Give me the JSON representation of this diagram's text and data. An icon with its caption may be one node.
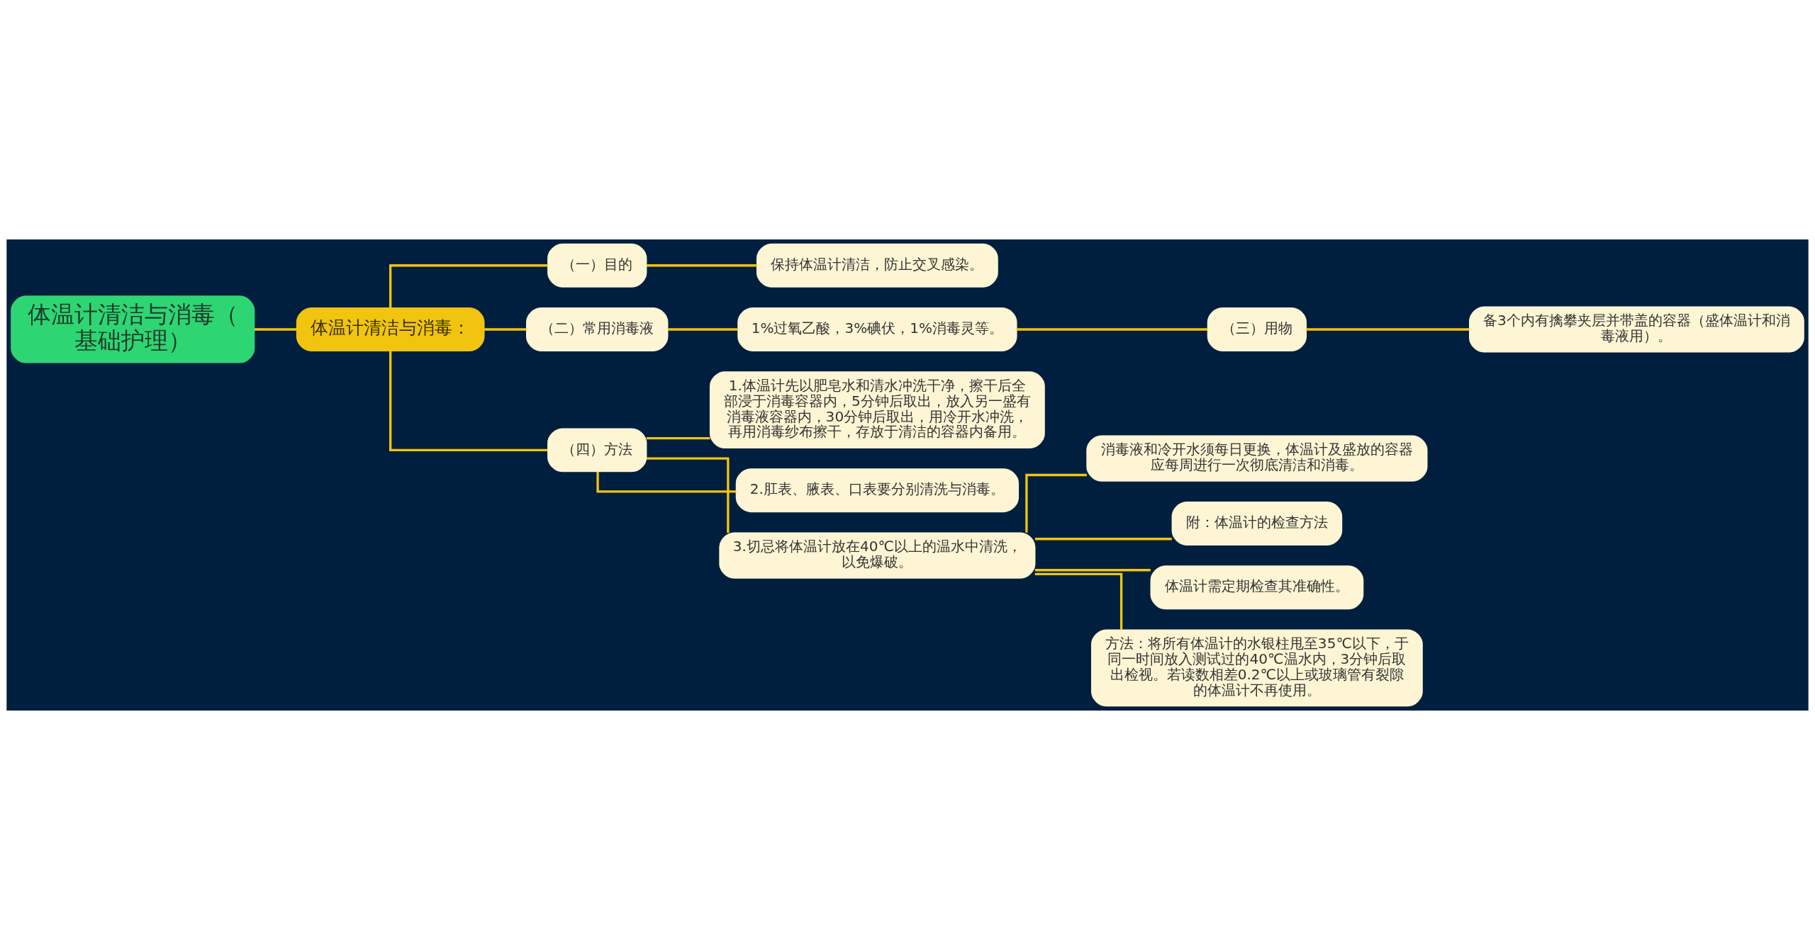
{
  "diagram": {
    "nodes": [
      {
        "text": [
          "体温计清洁与消毒（基础护理）"
        ]
      },
      {
        "text": [
          "体温计清洁与消毒："
        ]
      },
      {
        "text": [
          "（一）目的"
        ]
      },
      {
        "text": [
          "保持体温计清洁，防止交叉感染。"
        ]
      },
      {
        "text": [
          "（二）常用消毒液"
        ]
      },
      {
        "text": [
          "1%过氧乙酸，3%碘伏，1%消毒灵等。"
        ]
      },
      {
        "text": [
          "（三）用物"
        ]
      },
      {
        "text": [
          "备3个内有擒攀夹层并带盖的容器（盛体温计和消毒液用）。"
        ]
      },
      {
        "text": [
          "（四）方法"
        ]
      },
      {
        "text": [
          "1.体温计先以肥皂水和清水冲洗干净，擦干后全部浸于消毒容器内，5分钟后取出，放入另一盛有消毒液容器内，30分钟后取出，用冷开水冲洗，再用消毒纱布擦干，存放于清洁的容器内备用。"
        ]
      },
      {
        "text": [
          "2.肛表、腋表、口表要分别清洗与消毒。"
        ]
      },
      {
        "text": [
          "3.切忌将体温计放在40℃以上的温水中清洗，以免爆破。"
        ]
      },
      {
        "text": [
          "消毒液和冷开水须每日更换，体温计及盛放的容器应每周进行一次彻底清洁和消毒。"
        ]
      },
      {
        "text": [
          "附：体温计的检查方法"
        ]
      },
      {
        "text": [
          "体温计需定期检查其准确性。"
        ]
      },
      {
        "text": [
          "方法：将所有体温计的水银柱甩至35℃以下，于同一时间放入测试过的40℃温水内，3分钟后取出检视。若读数相差0.2℃以上或玻璃管有裂隙的体温计不再使用。"
        ]
      }
    ],
    "edges": [
      {
        "from": 0,
        "to": 1,
        "arrow": "none"
      },
      {
        "from": 1,
        "to": 2,
        "arrow": "none"
      },
      {
        "from": 2,
        "to": 3,
        "arrow": "none"
      },
      {
        "from": 1,
        "to": 4,
        "arrow": "none"
      },
      {
        "from": 4,
        "to": 5,
        "arrow": "none"
      },
      {
        "from": 5,
        "to": 6,
        "arrow": "none"
      },
      {
        "from": 6,
        "to": 7,
        "arrow": "none"
      },
      {
        "from": 1,
        "to": 8,
        "arrow": "none"
      },
      {
        "from": 8,
        "to": 9,
        "arrow": "none"
      },
      {
        "from": 8,
        "to": 10,
        "arrow": "none"
      },
      {
        "from": 8,
        "to": 11,
        "arrow": "none"
      },
      {
        "from": 11,
        "to": 12,
        "arrow": "none"
      },
      {
        "from": 11,
        "to": 13,
        "arrow": "none"
      },
      {
        "from": 11,
        "to": 14,
        "arrow": "none"
      },
      {
        "from": 11,
        "to": 15,
        "arrow": "none"
      }
    ]
  }
}
